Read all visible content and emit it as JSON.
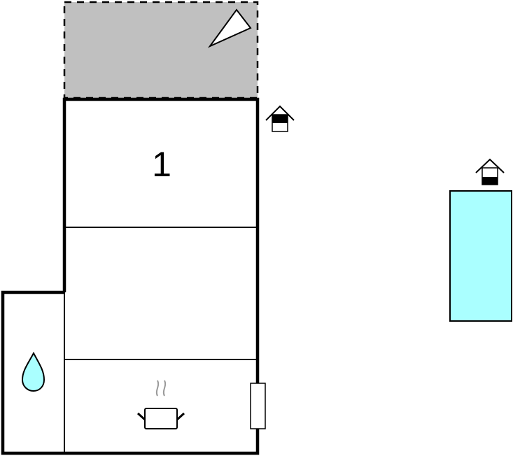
{
  "floorplan": {
    "rooms": [
      {
        "id": "room-1",
        "label": "1"
      }
    ],
    "icons": {
      "terrace": "terrace-area",
      "compass": "north-arrow-icon",
      "entrance_main": "entrance-house-icon",
      "entrance_pool": "entrance-house-icon",
      "pool": "swimming-pool",
      "bathroom": "water-drop-icon",
      "kitchen": "cooking-pot-icon",
      "window": "window-icon"
    },
    "colors": {
      "terrace": "#c0c0c0",
      "pool": "#aaffff",
      "drop": "#aaffff",
      "wall": "#000000",
      "steam": "#999999"
    }
  }
}
